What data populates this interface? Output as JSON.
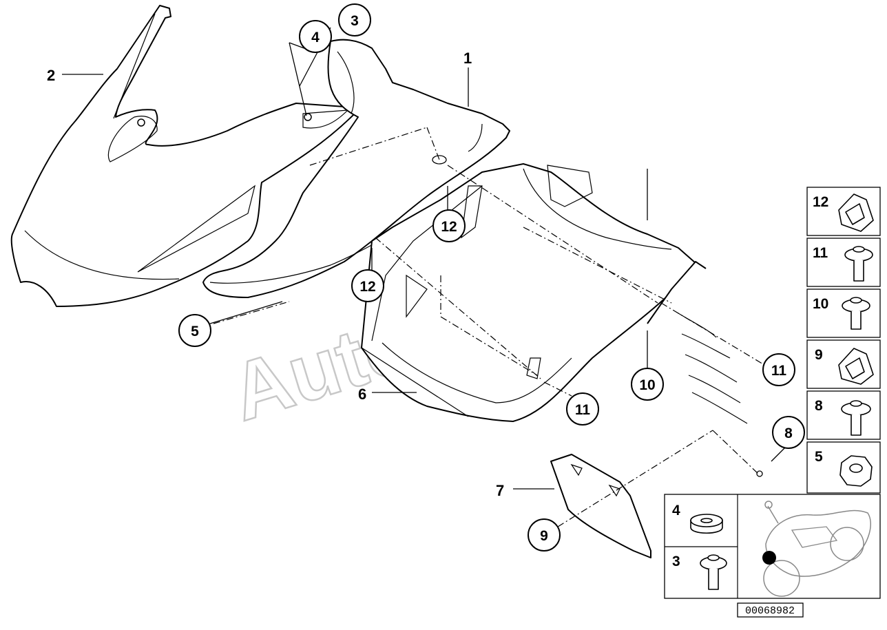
{
  "diagram": {
    "watermark": "AutoSoft",
    "reference_number": "00068982",
    "callouts": [
      {
        "id": "c1",
        "label": "1",
        "style": "plain"
      },
      {
        "id": "c2",
        "label": "2",
        "style": "plain"
      },
      {
        "id": "c3",
        "label": "3",
        "style": "circle"
      },
      {
        "id": "c4",
        "label": "4",
        "style": "circle"
      },
      {
        "id": "c5",
        "label": "5",
        "style": "circle"
      },
      {
        "id": "c6",
        "label": "6",
        "style": "plain"
      },
      {
        "id": "c7",
        "label": "7",
        "style": "plain"
      },
      {
        "id": "c8",
        "label": "8",
        "style": "circle"
      },
      {
        "id": "c9",
        "label": "9",
        "style": "circle"
      },
      {
        "id": "c10",
        "label": "10",
        "style": "circle"
      },
      {
        "id": "c11a",
        "label": "11",
        "style": "circle"
      },
      {
        "id": "c11b",
        "label": "11",
        "style": "circle"
      },
      {
        "id": "c12a",
        "label": "12",
        "style": "circle"
      },
      {
        "id": "c12b",
        "label": "12",
        "style": "circle"
      }
    ],
    "legend": [
      {
        "label": "12",
        "part": "clip-nut-icon"
      },
      {
        "label": "11",
        "part": "screw-icon"
      },
      {
        "label": "10",
        "part": "screw-icon"
      },
      {
        "label": "9",
        "part": "clip-nut-icon"
      },
      {
        "label": "8",
        "part": "screw-icon"
      },
      {
        "label": "5",
        "part": "hex-nut-icon"
      },
      {
        "label": "4",
        "part": "washer-icon"
      },
      {
        "label": "3",
        "part": "screw-icon"
      }
    ]
  }
}
